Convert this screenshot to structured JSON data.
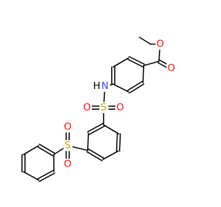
{
  "molecule": {
    "atoms": {
      "ester_ether_o": "O",
      "ester_carbonyl_o": "O",
      "amide_n": "N",
      "amide_h": "H",
      "sulfonamide_s": "S",
      "sulfonamide_o_left": "O",
      "sulfonamide_o_right": "O",
      "sulfone_s": "S",
      "sulfone_o_top": "O",
      "sulfone_o_bottom": "O"
    },
    "colors": {
      "oxygen": "#ff0d0d",
      "nitrogen": "#3050f8",
      "sulfur": "#c8a800",
      "hydrogen": "#000000",
      "bond": "#000000"
    }
  }
}
